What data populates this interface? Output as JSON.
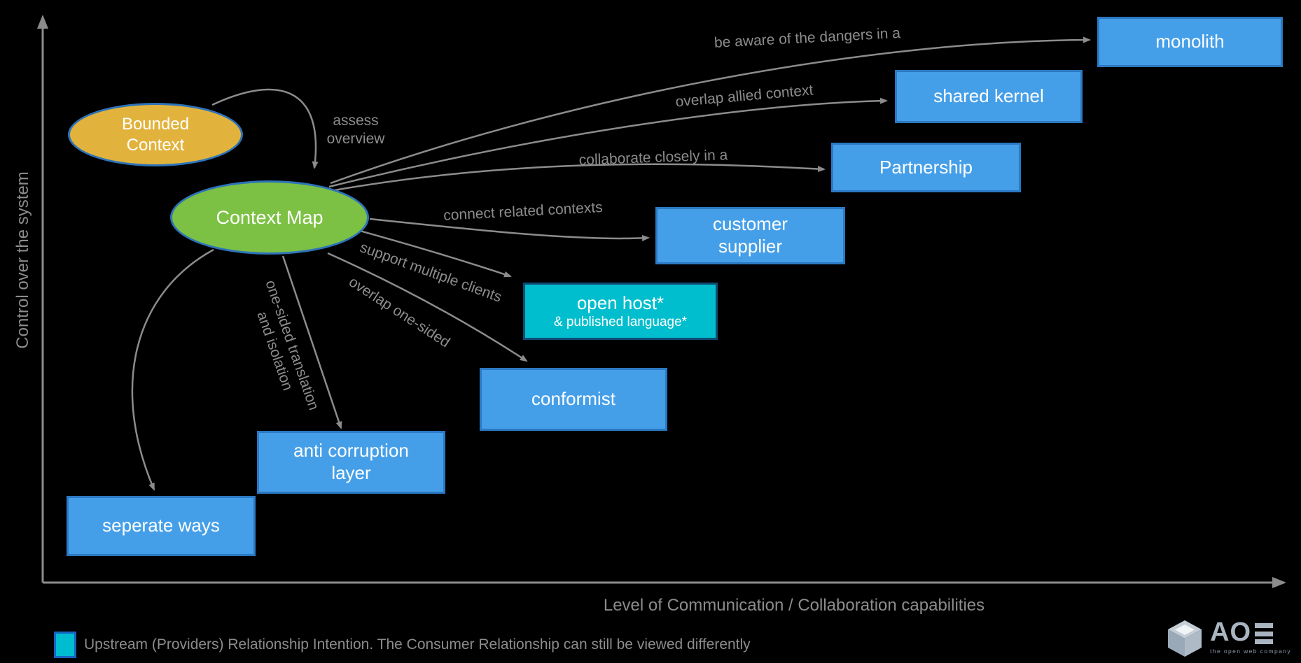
{
  "axes": {
    "y_label": "Control over the system",
    "x_label": "Level of Communication / Collaboration capabilities"
  },
  "nodes": {
    "bounded_context": {
      "label": "Bounded\nContext"
    },
    "context_map": {
      "label": "Context Map"
    },
    "monolith": {
      "label": "monolith"
    },
    "shared_kernel": {
      "label": "shared kernel"
    },
    "partnership": {
      "label": "Partnership"
    },
    "customer_supplier": {
      "label": "customer\nsupplier"
    },
    "open_host": {
      "title": "open host*",
      "subtitle": "& published language*"
    },
    "conformist": {
      "label": "conformist"
    },
    "anti_corruption_layer": {
      "label": "anti corruption\nlayer"
    },
    "seperate_ways": {
      "label": "seperate ways"
    }
  },
  "edge_labels": {
    "assess_overview": "assess\noverview",
    "monolith": "be aware of the dangers in a",
    "shared_kernel": "overlap allied context",
    "partnership": "collaborate closely in a",
    "customer_supplier": "connect related contexts",
    "open_host": "support multiple clients",
    "conformist": "overlap one-sided",
    "anti_corruption_layer": "one-sided translation\nand isolation"
  },
  "legend": {
    "text": "Upstream (Providers) Relationship Intention. The Consumer Relationship can still be viewed differently"
  },
  "logo": {
    "wordmark": "AO",
    "tagline": "the open web company"
  },
  "colors": {
    "background": "#000000",
    "box_blue": "#459fe8",
    "box_blue_border": "#2b79c2",
    "teal": "#00becd",
    "teal_border": "#0f4c75",
    "legend_teal": "#00bcd1",
    "legend_border": "#1565c0",
    "gold": "#e2b33c",
    "green": "#7cc143",
    "ellipse_border": "#2e73b8",
    "gray": "#8c8c8c"
  }
}
